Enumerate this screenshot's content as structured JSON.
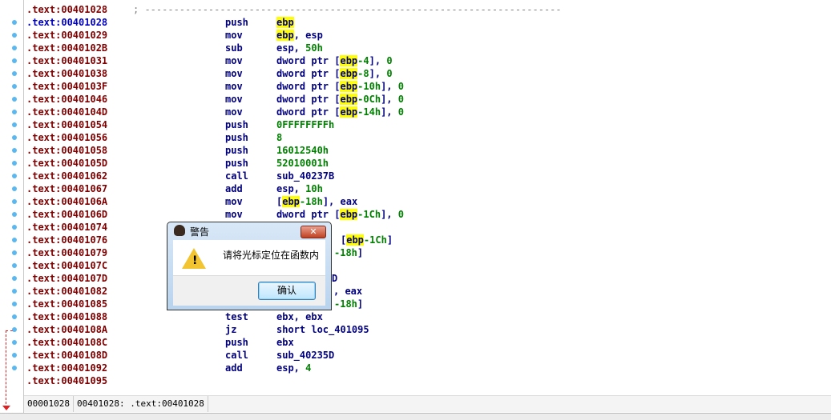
{
  "listing": {
    "separator": ";",
    "rows": [
      {
        "addr": ".text:00401028",
        "comment": "; ------------------------------------------------------------------------"
      },
      {
        "addr": ".text:00401028",
        "mn": "push",
        "ops": [
          {
            "t": "ebp",
            "c": "hl"
          }
        ],
        "dot": true,
        "cur": true
      },
      {
        "addr": ".text:00401029",
        "mn": "mov",
        "ops": [
          {
            "t": "ebp",
            "c": "hl"
          },
          {
            "t": ", esp"
          }
        ],
        "dot": true
      },
      {
        "addr": ".text:0040102B",
        "mn": "sub",
        "ops": [
          {
            "t": "esp, "
          },
          {
            "t": "50h",
            "c": "num"
          }
        ],
        "dot": true
      },
      {
        "addr": ".text:00401031",
        "mn": "mov",
        "ops": [
          {
            "t": "dword ptr ["
          },
          {
            "t": "ebp",
            "c": "hl"
          },
          {
            "t": "-4",
            "c": "num"
          },
          {
            "t": "], "
          },
          {
            "t": "0",
            "c": "num"
          }
        ],
        "dot": true
      },
      {
        "addr": ".text:00401038",
        "mn": "mov",
        "ops": [
          {
            "t": "dword ptr ["
          },
          {
            "t": "ebp",
            "c": "hl"
          },
          {
            "t": "-8",
            "c": "num"
          },
          {
            "t": "], "
          },
          {
            "t": "0",
            "c": "num"
          }
        ],
        "dot": true
      },
      {
        "addr": ".text:0040103F",
        "mn": "mov",
        "ops": [
          {
            "t": "dword ptr ["
          },
          {
            "t": "ebp",
            "c": "hl"
          },
          {
            "t": "-10h",
            "c": "num"
          },
          {
            "t": "], "
          },
          {
            "t": "0",
            "c": "num"
          }
        ],
        "dot": true
      },
      {
        "addr": ".text:00401046",
        "mn": "mov",
        "ops": [
          {
            "t": "dword ptr ["
          },
          {
            "t": "ebp",
            "c": "hl"
          },
          {
            "t": "-0Ch",
            "c": "num"
          },
          {
            "t": "], "
          },
          {
            "t": "0",
            "c": "num"
          }
        ],
        "dot": true
      },
      {
        "addr": ".text:0040104D",
        "mn": "mov",
        "ops": [
          {
            "t": "dword ptr ["
          },
          {
            "t": "ebp",
            "c": "hl"
          },
          {
            "t": "-14h",
            "c": "num"
          },
          {
            "t": "], "
          },
          {
            "t": "0",
            "c": "num"
          }
        ],
        "dot": true
      },
      {
        "addr": ".text:00401054",
        "mn": "push",
        "ops": [
          {
            "t": "0FFFFFFFFh",
            "c": "num"
          }
        ],
        "dot": true
      },
      {
        "addr": ".text:00401056",
        "mn": "push",
        "ops": [
          {
            "t": "8",
            "c": "num"
          }
        ],
        "dot": true
      },
      {
        "addr": ".text:00401058",
        "mn": "push",
        "ops": [
          {
            "t": "16012540h",
            "c": "num"
          }
        ],
        "dot": true
      },
      {
        "addr": ".text:0040105D",
        "mn": "push",
        "ops": [
          {
            "t": "52010001h",
            "c": "num"
          }
        ],
        "dot": true
      },
      {
        "addr": ".text:00401062",
        "mn": "call",
        "ops": [
          {
            "t": "sub_40237B"
          }
        ],
        "dot": true
      },
      {
        "addr": ".text:00401067",
        "mn": "add",
        "ops": [
          {
            "t": "esp, "
          },
          {
            "t": "10h",
            "c": "num"
          }
        ],
        "dot": true
      },
      {
        "addr": ".text:0040106A",
        "mn": "mov",
        "ops": [
          {
            "t": "["
          },
          {
            "t": "ebp",
            "c": "hl"
          },
          {
            "t": "-18h",
            "c": "num"
          },
          {
            "t": "], eax"
          }
        ],
        "dot": true
      },
      {
        "addr": ".text:0040106D",
        "mn": "mov",
        "ops": [
          {
            "t": "dword ptr ["
          },
          {
            "t": "ebp",
            "c": "hl"
          },
          {
            "t": "-1Ch",
            "c": "num"
          },
          {
            "t": "], "
          },
          {
            "t": "0",
            "c": "num"
          }
        ],
        "dot": true
      },
      {
        "addr": ".text:00401074",
        "dot": true
      },
      {
        "addr": ".text:00401076",
        "ops": [
          {
            "t": "["
          },
          {
            "t": "ebp",
            "c": "hl"
          },
          {
            "t": "-1Ch",
            "c": "num"
          },
          {
            "t": "]"
          }
        ],
        "dot": true
      },
      {
        "addr": ".text:00401079",
        "ops": [
          {
            "t": "-18h",
            "c": "num"
          },
          {
            "t": "]"
          }
        ],
        "dot": true
      },
      {
        "addr": ".text:0040107C",
        "dot": true
      },
      {
        "addr": ".text:0040107D",
        "ops": [
          {
            "t": "D"
          }
        ],
        "dot": true
      },
      {
        "addr": ".text:00401082",
        "ops": [
          {
            "t": ", eax"
          }
        ],
        "dot": true
      },
      {
        "addr": ".text:00401085",
        "ops": [
          {
            "t": "-18h",
            "c": "num"
          },
          {
            "t": "]"
          }
        ],
        "dot": true
      },
      {
        "addr": ".text:00401088",
        "mn": "test",
        "ops": [
          {
            "t": "ebx, ebx"
          }
        ],
        "dot": true
      },
      {
        "addr": ".text:0040108A",
        "mn": "jz",
        "ops": [
          {
            "t": "short loc_401095"
          }
        ],
        "dot": true
      },
      {
        "addr": ".text:0040108C",
        "mn": "push",
        "ops": [
          {
            "t": "ebx"
          }
        ],
        "dot": true
      },
      {
        "addr": ".text:0040108D",
        "mn": "call",
        "ops": [
          {
            "t": "sub_40235D"
          }
        ],
        "dot": true
      },
      {
        "addr": ".text:00401092",
        "mn": "add",
        "ops": [
          {
            "t": "esp, "
          },
          {
            "t": "4",
            "c": "num"
          }
        ],
        "dot": true
      },
      {
        "addr": ".text:00401095"
      }
    ]
  },
  "status": {
    "offset": "00001028",
    "location": "00401028: .text:00401028"
  },
  "dialog": {
    "title": "警告",
    "message": "请将光标定位在函数内",
    "ok_label": "确认",
    "close_label": "✕",
    "warning_mark": "!"
  },
  "colors": {
    "address": "#800000",
    "current_address": "#0000c0",
    "mnemonic": "#000080",
    "number": "#008000",
    "highlight": "#ffff00"
  }
}
